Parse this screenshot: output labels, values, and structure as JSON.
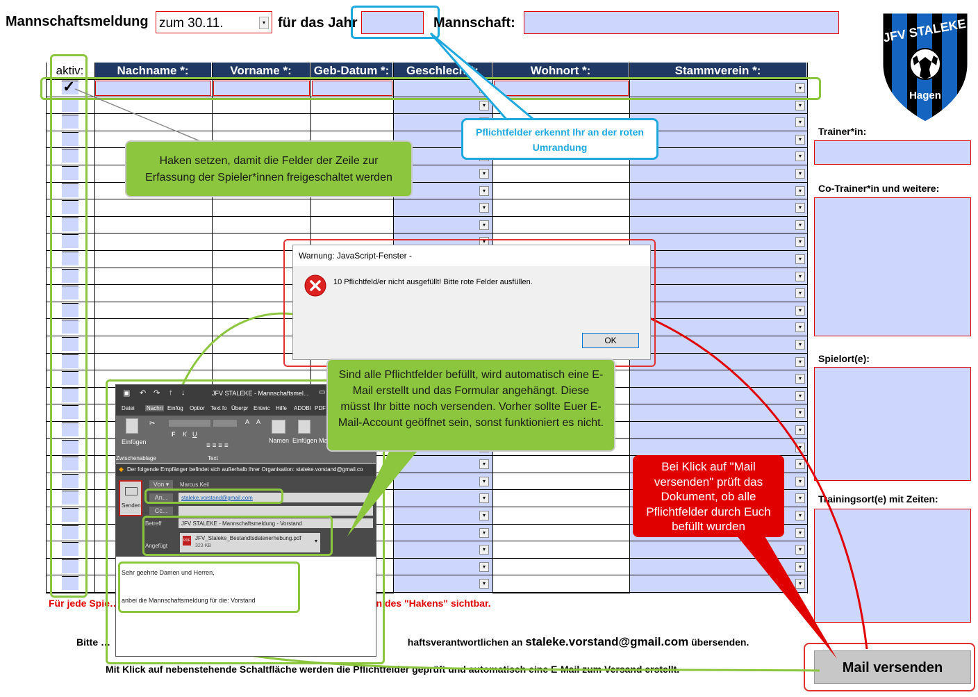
{
  "header": {
    "title": "Mannschaftsmeldung",
    "date_select_value": "zum 30.11.",
    "year_label": "für das Jahr",
    "year_value": "",
    "team_label": "Mannschaft:",
    "team_value": ""
  },
  "logo": {
    "name": "JFV STALEKE",
    "city": "Hagen",
    "colors": {
      "stripe_blue": "#1565c0",
      "stripe_black": "#000000",
      "outline": "#ffffff"
    }
  },
  "table": {
    "columns": [
      "aktiv:",
      "Nachname *:",
      "Vorname *:",
      "Geb-Datum *:",
      "Geschlecht*:",
      "Wohnort *:",
      "Stammverein *:"
    ],
    "first_row_checked": true,
    "check_glyph": "✓"
  },
  "notes": {
    "required_fields_info": "Für jede Spie… werden. Diese werden in der Spalte \"aktiv\" durch setzen des \"Hakens\" sichtbar.",
    "send_info_prefix": "Bitte …",
    "send_info_middle": "haftsverantwortlichen an",
    "send_info_email": "staleke.vorstand@gmail.com",
    "send_info_suffix": "übersenden.",
    "button_info": "Mit Klick auf nebenstehende Schaltfläche werden die Pflichtfelder geprüft und automatisch eine E-Mail zum Versand erstellt."
  },
  "sidebar": {
    "trainer_label": "Trainer*in:",
    "cotrainer_label": "Co-Trainer*in und weitere:",
    "spielort_label": "Spielort(e):",
    "trainingsort_label": "Trainingsort(e) mit Zeiten:",
    "send_button": "Mail versenden"
  },
  "callouts": {
    "check_hint": "Haken setzen, damit die Felder der Zeile zur Erfassung der Spieler*innen freigeschaltet werden",
    "required_hint": "Pflichtfelder erkennt Ihr an der roten Umrandung",
    "email_hint": "Sind alle Pflichtfelder befüllt, wird automatisch eine E-Mail erstellt und das Formular angehängt. Diese müsst Ihr bitte noch versenden. Vorher sollte Euer E-Mail-Account geöffnet sein, sonst funktioniert es nicht.",
    "click_hint": "Bei Klick auf \"Mail versenden\" prüft das Dokument, ob alle Pflichtfelder durch Euch befüllt wurden"
  },
  "dialog": {
    "title": "Warnung: JavaScript-Fenster -",
    "message": "10 Pflichtfeld/er nicht ausgefüllt! Bitte rote Felder ausfüllen.",
    "ok": "OK"
  },
  "outlook": {
    "window_title": "JFV STALEKE - Mannschaftsmel...",
    "tabs": [
      "Datei",
      "Nachri",
      "Einfüg",
      "Optior",
      "Text fo",
      "Überpr",
      "Entwic",
      "Hilfe",
      "ADOBI",
      "PDF"
    ],
    "paste_label": "Einfügen",
    "clipboard_label": "Zwischenablage",
    "text_label": "Text",
    "names_label": "Namen",
    "insert_label": "Einfügen",
    "more_label": "Ma",
    "info_bar": "Der folgende Empfänger befindet sich außerhalb Ihrer Organisation: staleke.vorstand@gmail.co",
    "from_btn": "Von",
    "from_value": "Marcus.Keil",
    "to_btn": "An...",
    "to_value": "staleke.vorstand@gmail.com",
    "cc_btn": "Cc...",
    "send_label": "Senden",
    "subject_label": "Betreff",
    "subject_value": "JFV STALEKE - Mannschaftsmeldung - Vorstand",
    "attached_label": "Angefügt",
    "attachment_name": "JFV_Staleke_Bestandtsdatenerhebung.pdf",
    "attachment_size": "323 KB",
    "attachment_type": "PDF",
    "body_line1": "Sehr geehrte Damen und Herren,",
    "body_line2": "anbei die Mannschaftsmeldung für die: Vorstand"
  }
}
